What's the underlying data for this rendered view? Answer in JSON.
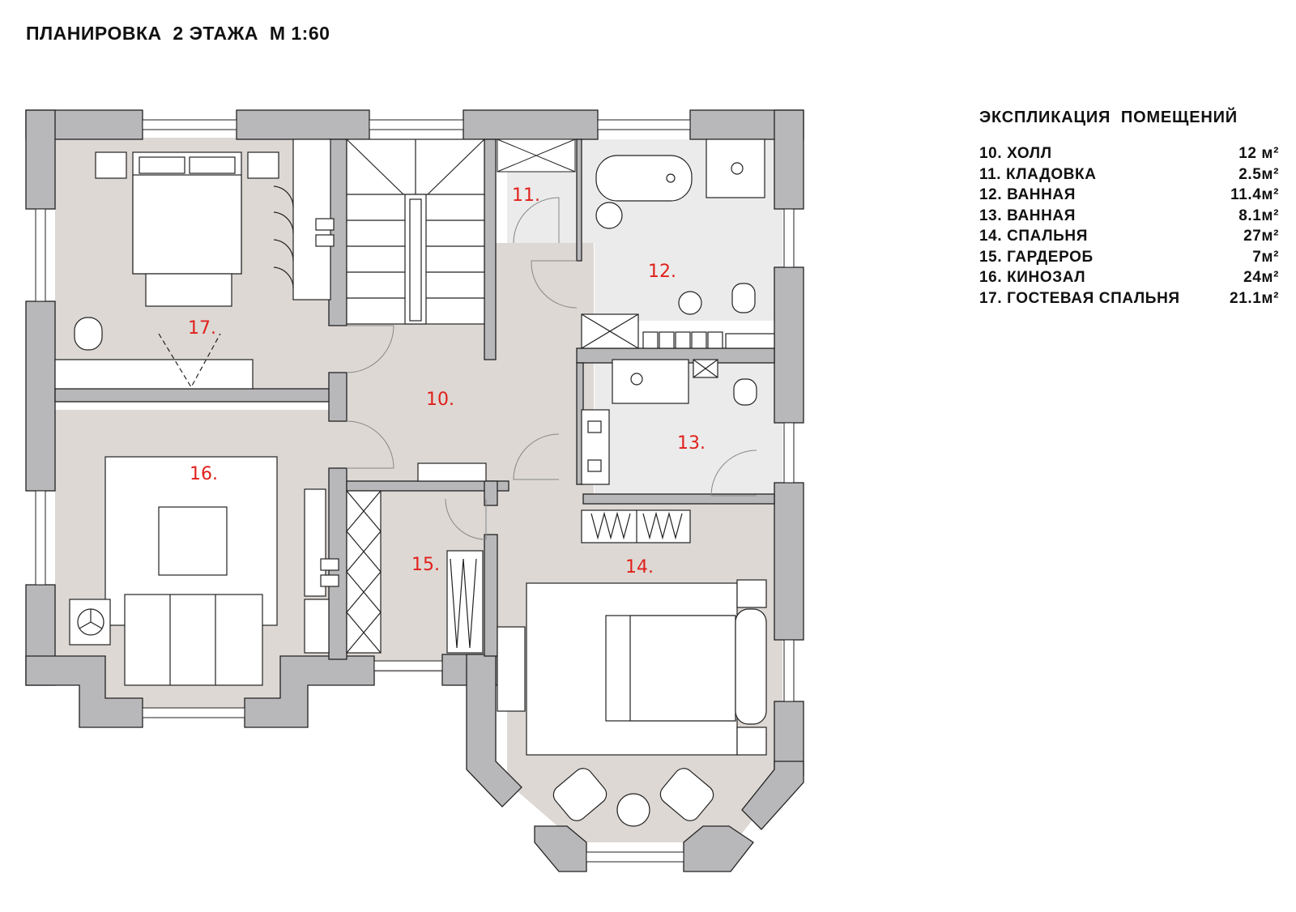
{
  "plan": {
    "title": "ПЛАНИРОВКА  2 ЭТАЖА  М 1:60",
    "room_labels": [
      {
        "id": "10",
        "label": "10."
      },
      {
        "id": "11",
        "label": "11."
      },
      {
        "id": "12",
        "label": "12."
      },
      {
        "id": "13",
        "label": "13."
      },
      {
        "id": "14",
        "label": "14."
      },
      {
        "id": "15",
        "label": "15."
      },
      {
        "id": "16",
        "label": "16."
      },
      {
        "id": "17",
        "label": "17."
      }
    ]
  },
  "legend": {
    "title": "ЭКСПЛИКАЦИЯ  ПОМЕЩЕНИЙ",
    "rooms": [
      {
        "name": "10. ХОЛЛ",
        "area": "12 м²"
      },
      {
        "name": "11. КЛАДОВКА",
        "area": "2.5м²"
      },
      {
        "name": "12. ВАННАЯ",
        "area": "11.4м²"
      },
      {
        "name": "13. ВАННАЯ",
        "area": "8.1м²"
      },
      {
        "name": "14. СПАЛЬНЯ",
        "area": "27м²"
      },
      {
        "name": "15. ГАРДЕРОБ",
        "area": "7м²"
      },
      {
        "name": "16. КИНОЗАЛ",
        "area": "24м²"
      },
      {
        "name": "17. ГОСТЕВАЯ СПАЛЬНЯ",
        "area": "21.1м²"
      }
    ]
  },
  "colors": {
    "wall": "#b8b8ba",
    "floor_warm": "#ddd8d4",
    "floor_bath": "#ebebeb",
    "room_label": "#e0201b"
  }
}
